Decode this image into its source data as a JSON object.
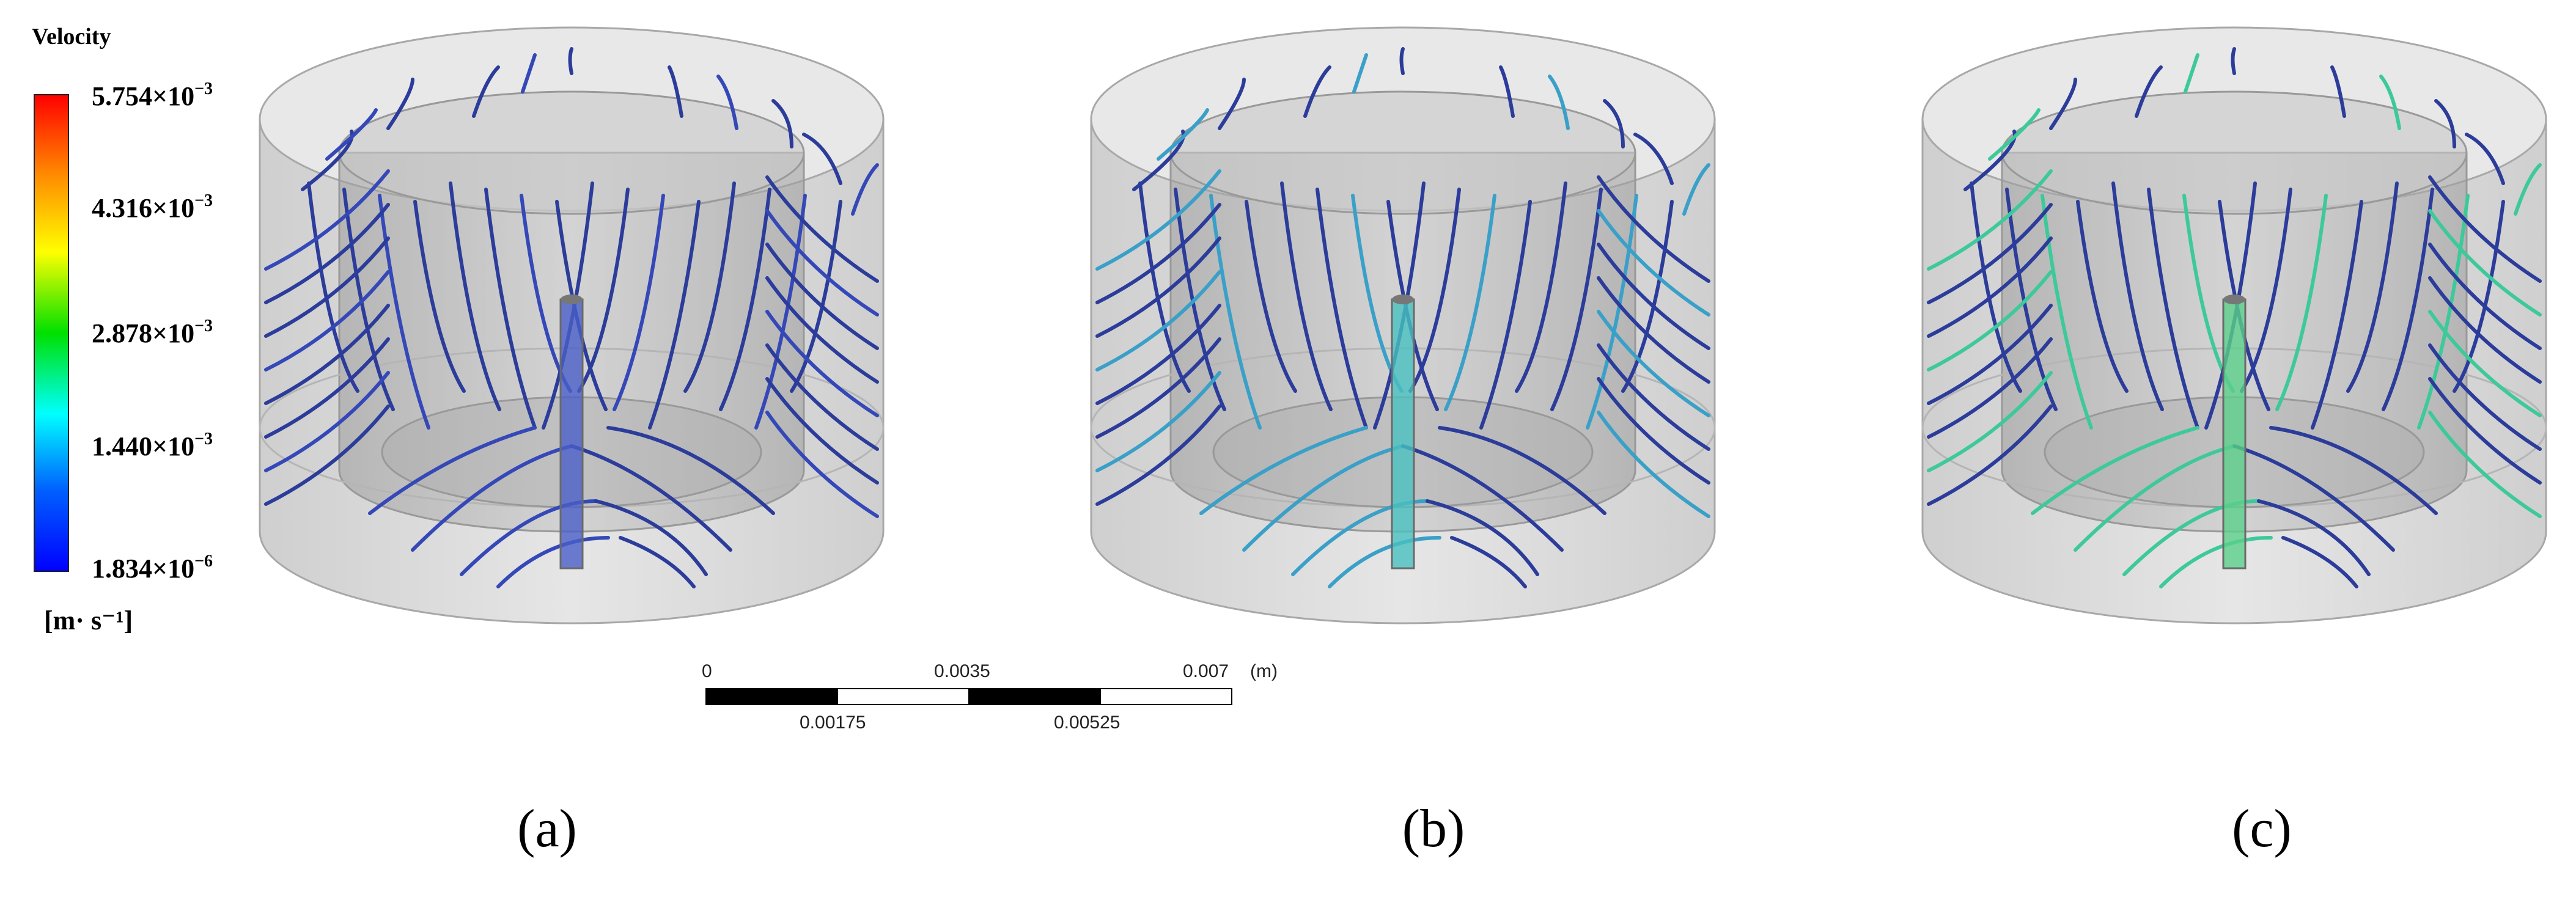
{
  "legend": {
    "title": "Velocity",
    "ticks": [
      {
        "mantissa": "5.754×10",
        "exp": "−3"
      },
      {
        "mantissa": "4.316×10",
        "exp": "−3"
      },
      {
        "mantissa": "2.878×10",
        "exp": "−3"
      },
      {
        "mantissa": "1.440×10",
        "exp": "−3"
      },
      {
        "mantissa": "1.834×10",
        "exp": "−6"
      }
    ],
    "unit": "[m· s⁻¹]",
    "colors": [
      "#ff0000",
      "#ff8c00",
      "#ffff00",
      "#00e000",
      "#00ffff",
      "#0060ff",
      "#0000ff"
    ]
  },
  "scale_bar": {
    "top_labels": [
      "0",
      "0.0035",
      "0.007"
    ],
    "unit": "(m)",
    "bottom_labels": [
      "0.00175",
      "0.00525"
    ]
  },
  "panels": [
    {
      "label": "(a)"
    },
    {
      "label": "(b)"
    },
    {
      "label": "(c)"
    }
  ],
  "colors": {
    "streamline_low": "#2c3c9a",
    "streamline_mid": "#3aa0c8",
    "streamline_high": "#3ec99a",
    "cylinder_fill": "#d9d9d9",
    "cylinder_edge": "#a8a8a8"
  }
}
